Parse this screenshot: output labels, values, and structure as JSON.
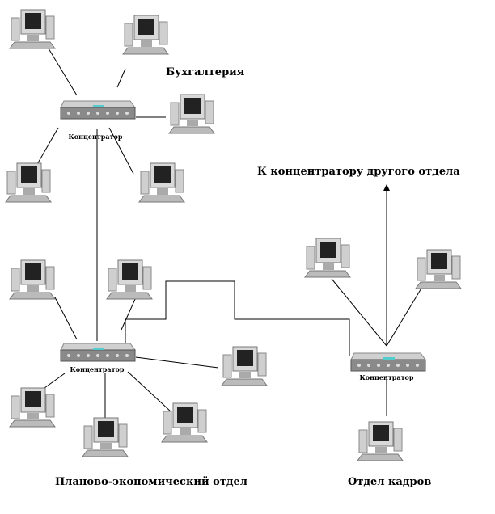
{
  "labels": {
    "accounting": "Бухгалтерия",
    "to_other_hub": "К концентратору другого отдела",
    "planning_dept": "Планово-экономический отдел",
    "hr_dept": "Отдел кадров"
  },
  "hubs": [
    {
      "label": "Концентратор"
    },
    {
      "label": "Концентратор"
    },
    {
      "label": "Концентратор"
    }
  ]
}
